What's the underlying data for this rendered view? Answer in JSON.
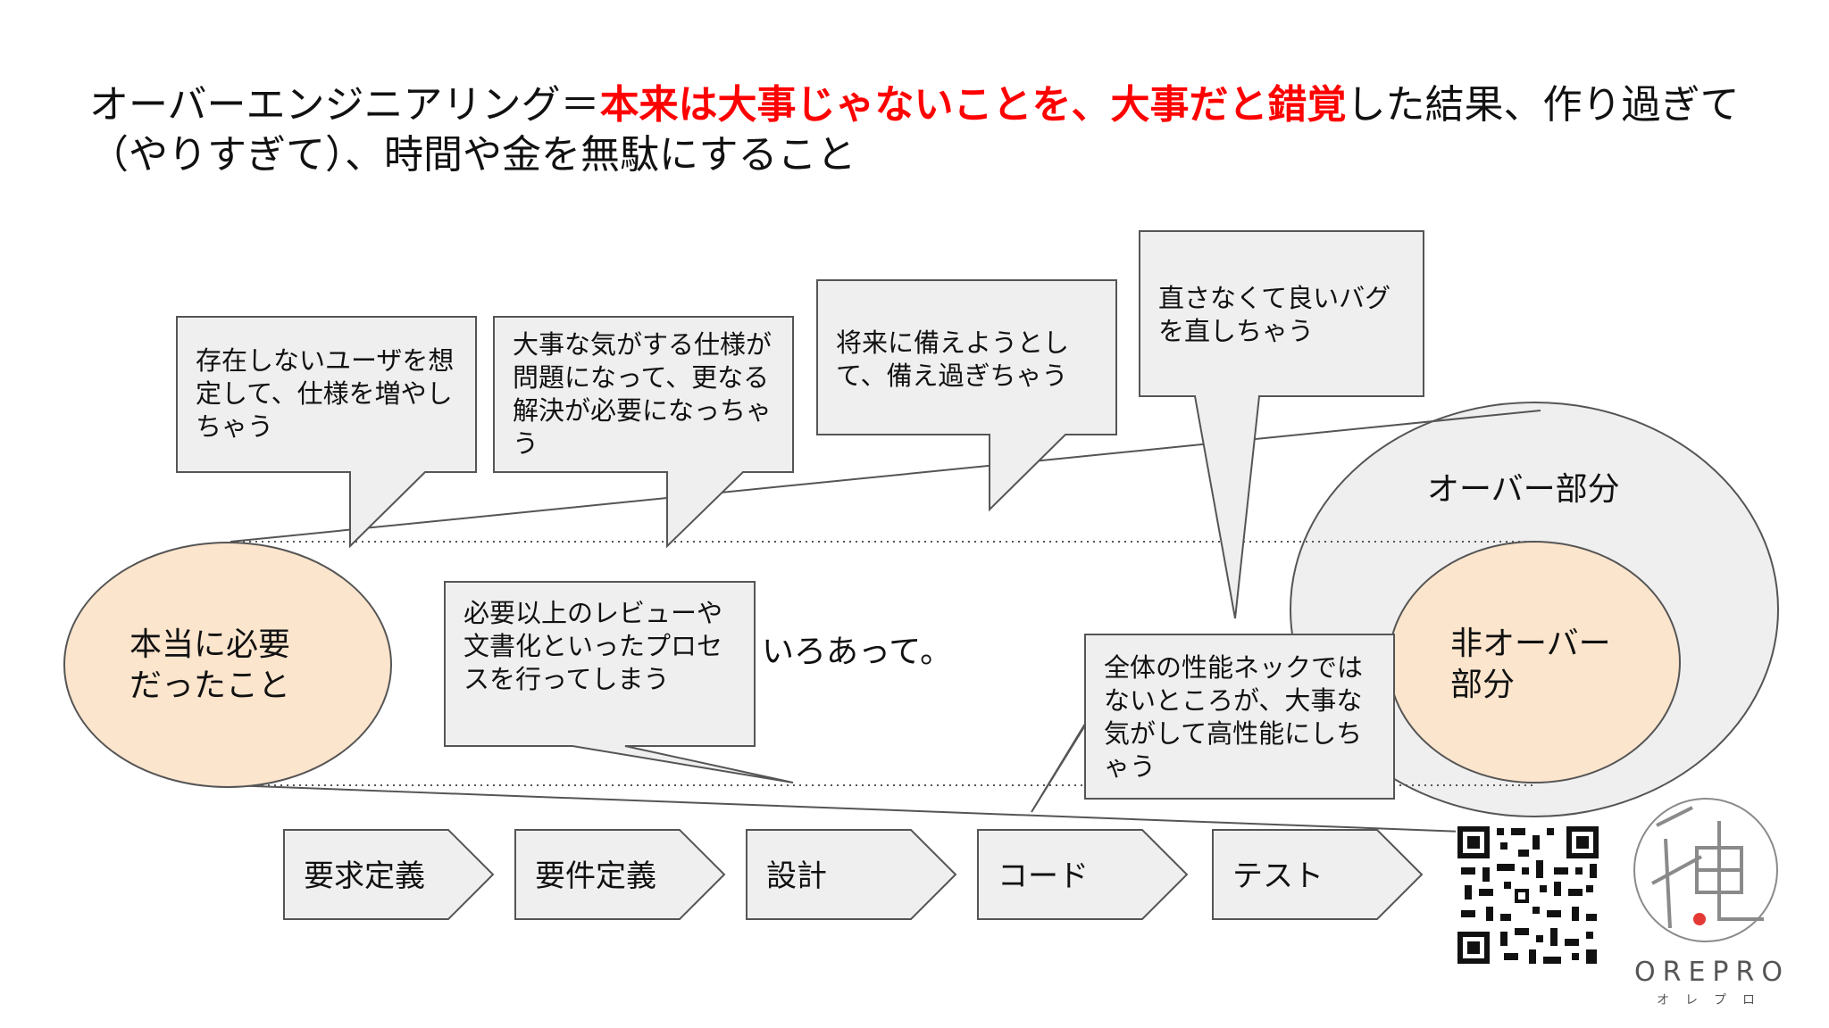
{
  "title": {
    "prefix": "オーバーエンジニアリング＝",
    "highlight": "本来は大事じゃないことを、大事だと錯覚",
    "suffix": "した結果、作り過ぎて（やりすぎて）、時間や金を無駄にすること"
  },
  "bubbles": [
    {
      "text": "存在しないユーザを想定して、仕様を増やしちゃう"
    },
    {
      "text": "大事な気がする仕様が問題になって、更なる解決が必要になっちゃう"
    },
    {
      "text": "将来に備えようとして、備え過ぎちゃう"
    },
    {
      "text": "直さなくて良いバグを直しちゃう"
    },
    {
      "text": "必要以上のレビューや文書化といったプロセスを行ってしまう"
    },
    {
      "text": "全体の性能ネックではないところが、大事な気がして高性能にしちゃう"
    }
  ],
  "ellipses": {
    "needed": "本当に必要だったこと",
    "over": "オーバー部分",
    "non_over": "非オーバー部分"
  },
  "free_text": "いろあって。",
  "steps": [
    "要求定義",
    "要件定義",
    "設計",
    "コード",
    "テスト"
  ],
  "logo": {
    "mark": "俺",
    "name": "OREPRO",
    "kana": "オレプロ"
  },
  "colors": {
    "highlight": "#ff0000",
    "ellipse_fill": "#fce5cd",
    "shape_fill": "#efefef",
    "stroke": "#555555",
    "logo_dot": "#e53935"
  }
}
